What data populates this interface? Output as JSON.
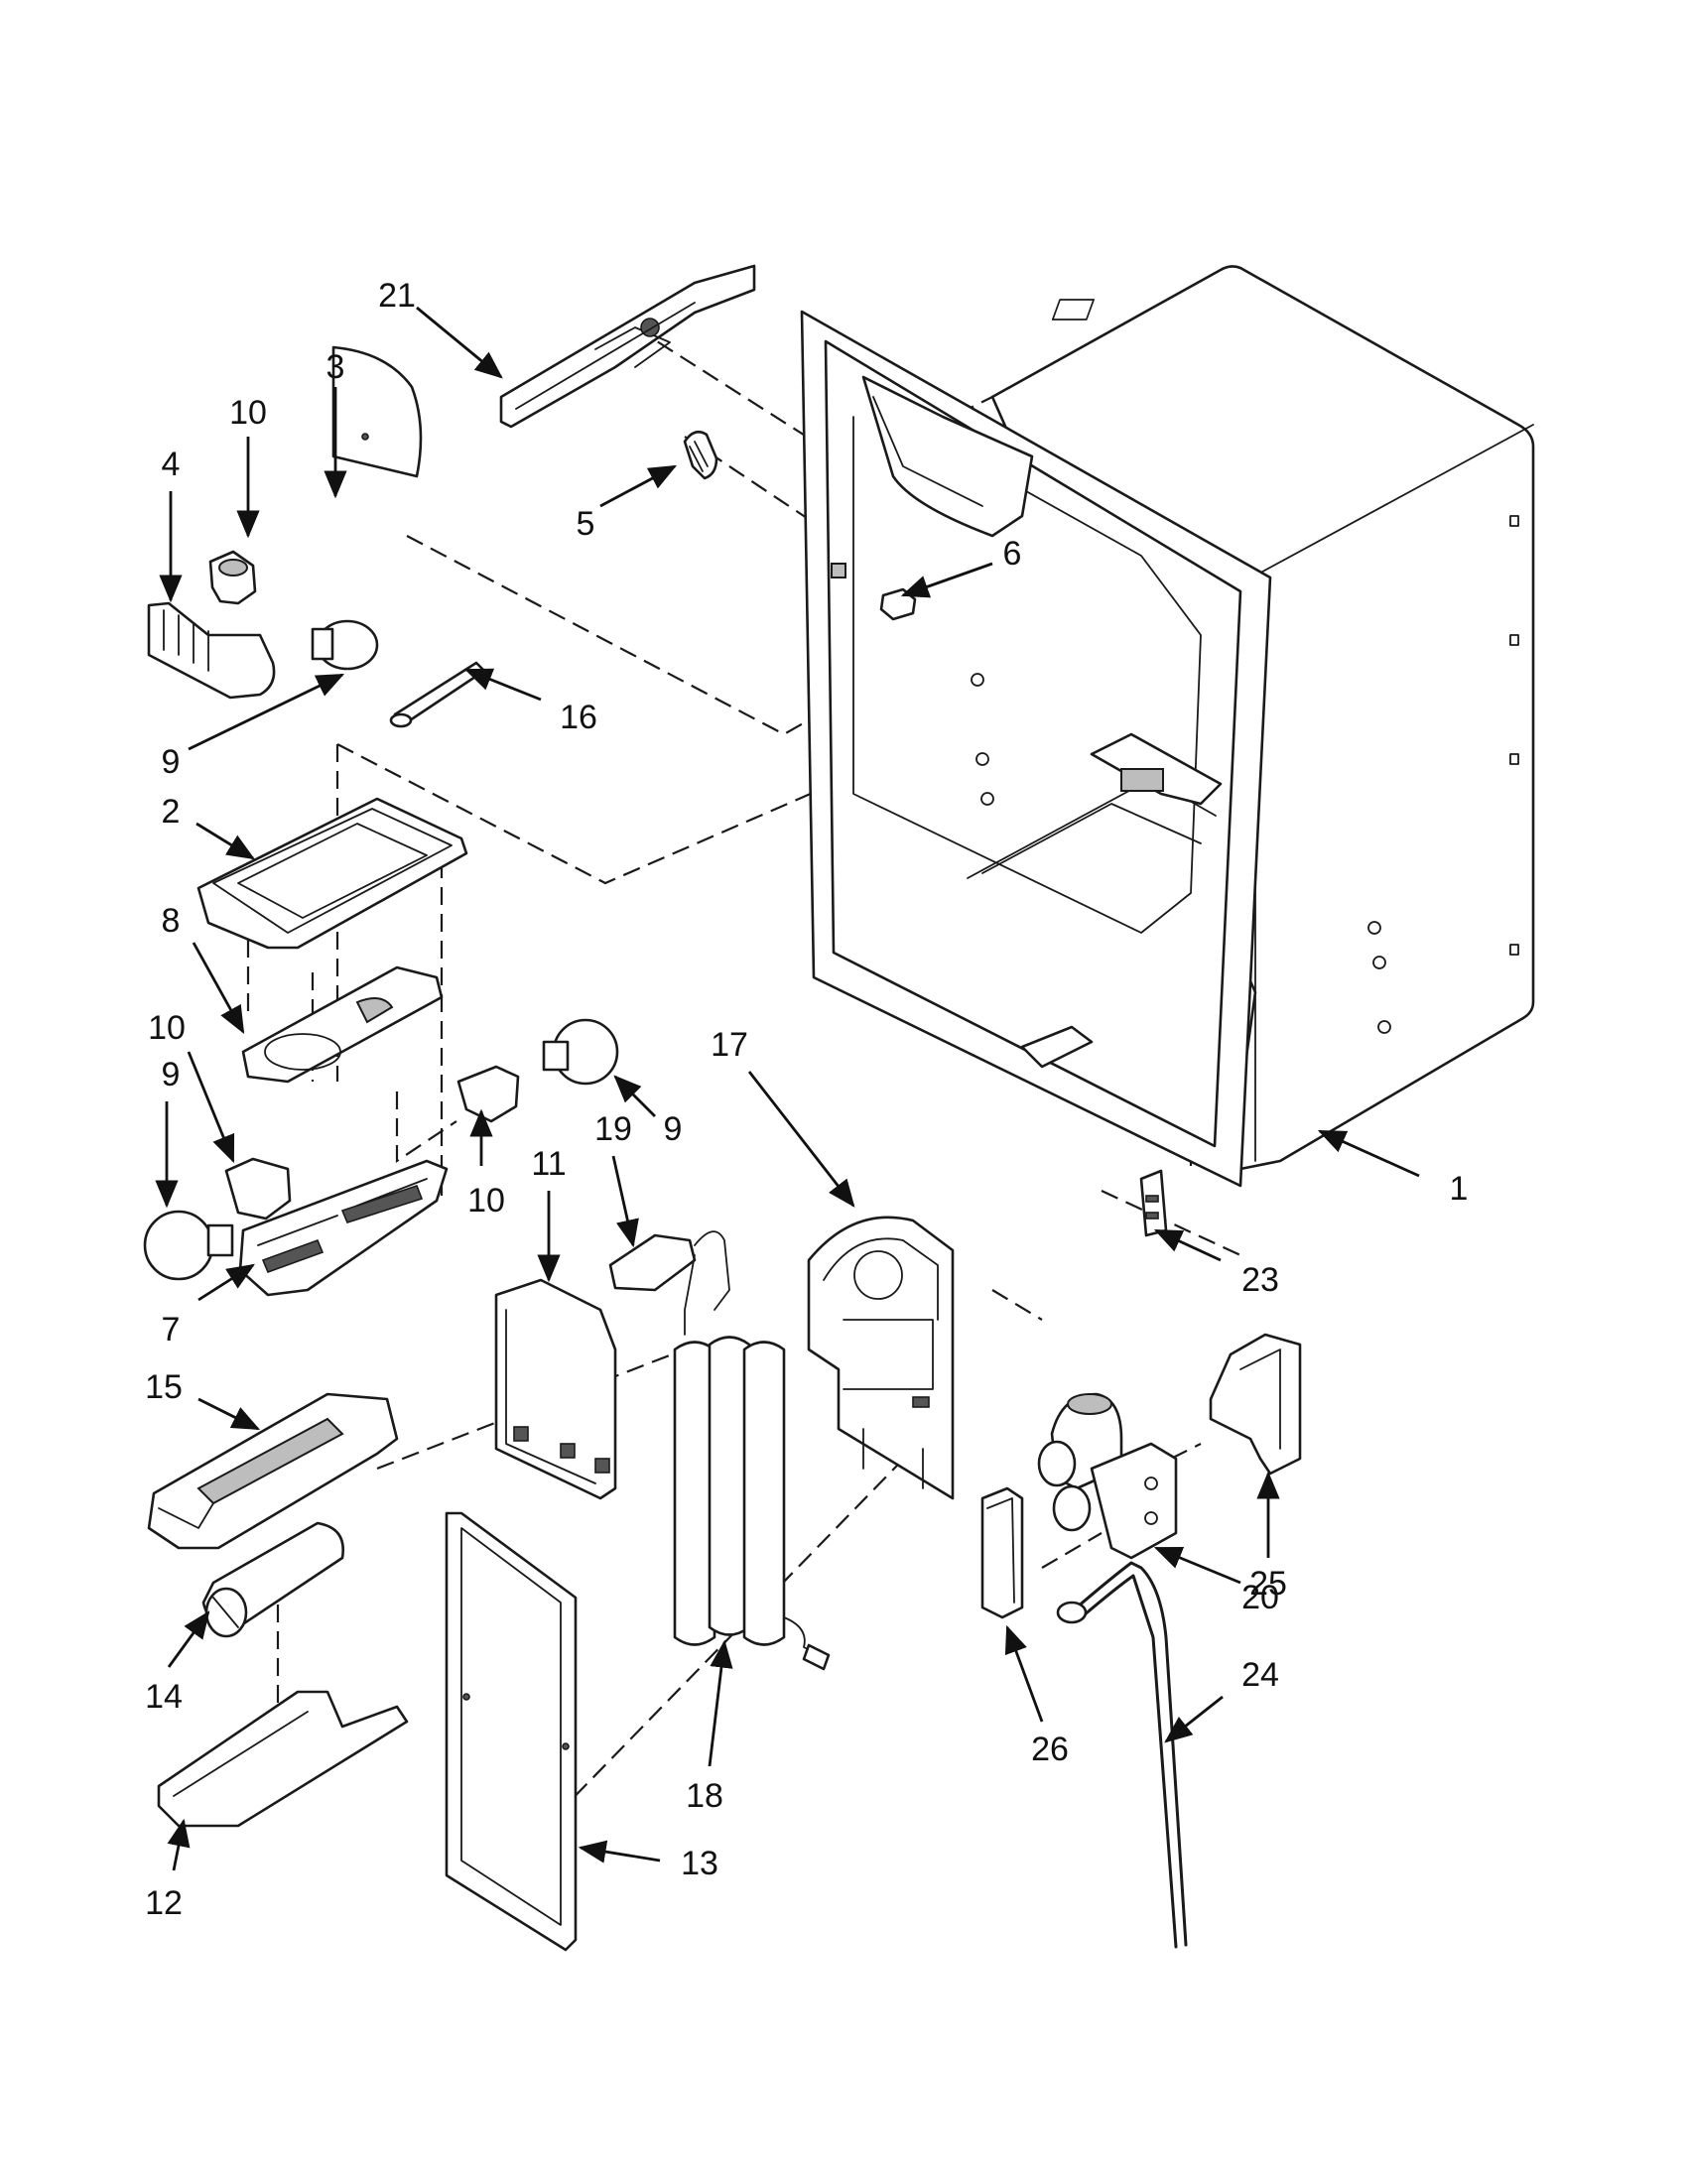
{
  "callouts": [
    {
      "id": "c1",
      "label": "1"
    },
    {
      "id": "c2",
      "label": "2"
    },
    {
      "id": "c3",
      "label": "3"
    },
    {
      "id": "c4",
      "label": "4"
    },
    {
      "id": "c5",
      "label": "5"
    },
    {
      "id": "c6",
      "label": "6"
    },
    {
      "id": "c7",
      "label": "7"
    },
    {
      "id": "c8",
      "label": "8"
    },
    {
      "id": "c9a",
      "label": "9"
    },
    {
      "id": "c9b",
      "label": "9"
    },
    {
      "id": "c9c",
      "label": "9"
    },
    {
      "id": "c10a",
      "label": "10"
    },
    {
      "id": "c10b",
      "label": "10"
    },
    {
      "id": "c10c",
      "label": "10"
    },
    {
      "id": "c11",
      "label": "11"
    },
    {
      "id": "c12",
      "label": "12"
    },
    {
      "id": "c13",
      "label": "13"
    },
    {
      "id": "c14",
      "label": "14"
    },
    {
      "id": "c15",
      "label": "15"
    },
    {
      "id": "c16",
      "label": "16"
    },
    {
      "id": "c17",
      "label": "17"
    },
    {
      "id": "c18",
      "label": "18"
    },
    {
      "id": "c19",
      "label": "19"
    },
    {
      "id": "c20",
      "label": "20"
    },
    {
      "id": "c21",
      "label": "21"
    },
    {
      "id": "c23",
      "label": "23"
    },
    {
      "id": "c24",
      "label": "24"
    },
    {
      "id": "c25",
      "label": "25"
    },
    {
      "id": "c26",
      "label": "26"
    }
  ],
  "colors": {
    "line": "#1a1a1a",
    "shade": "#bdbdbd",
    "background": "#ffffff"
  }
}
